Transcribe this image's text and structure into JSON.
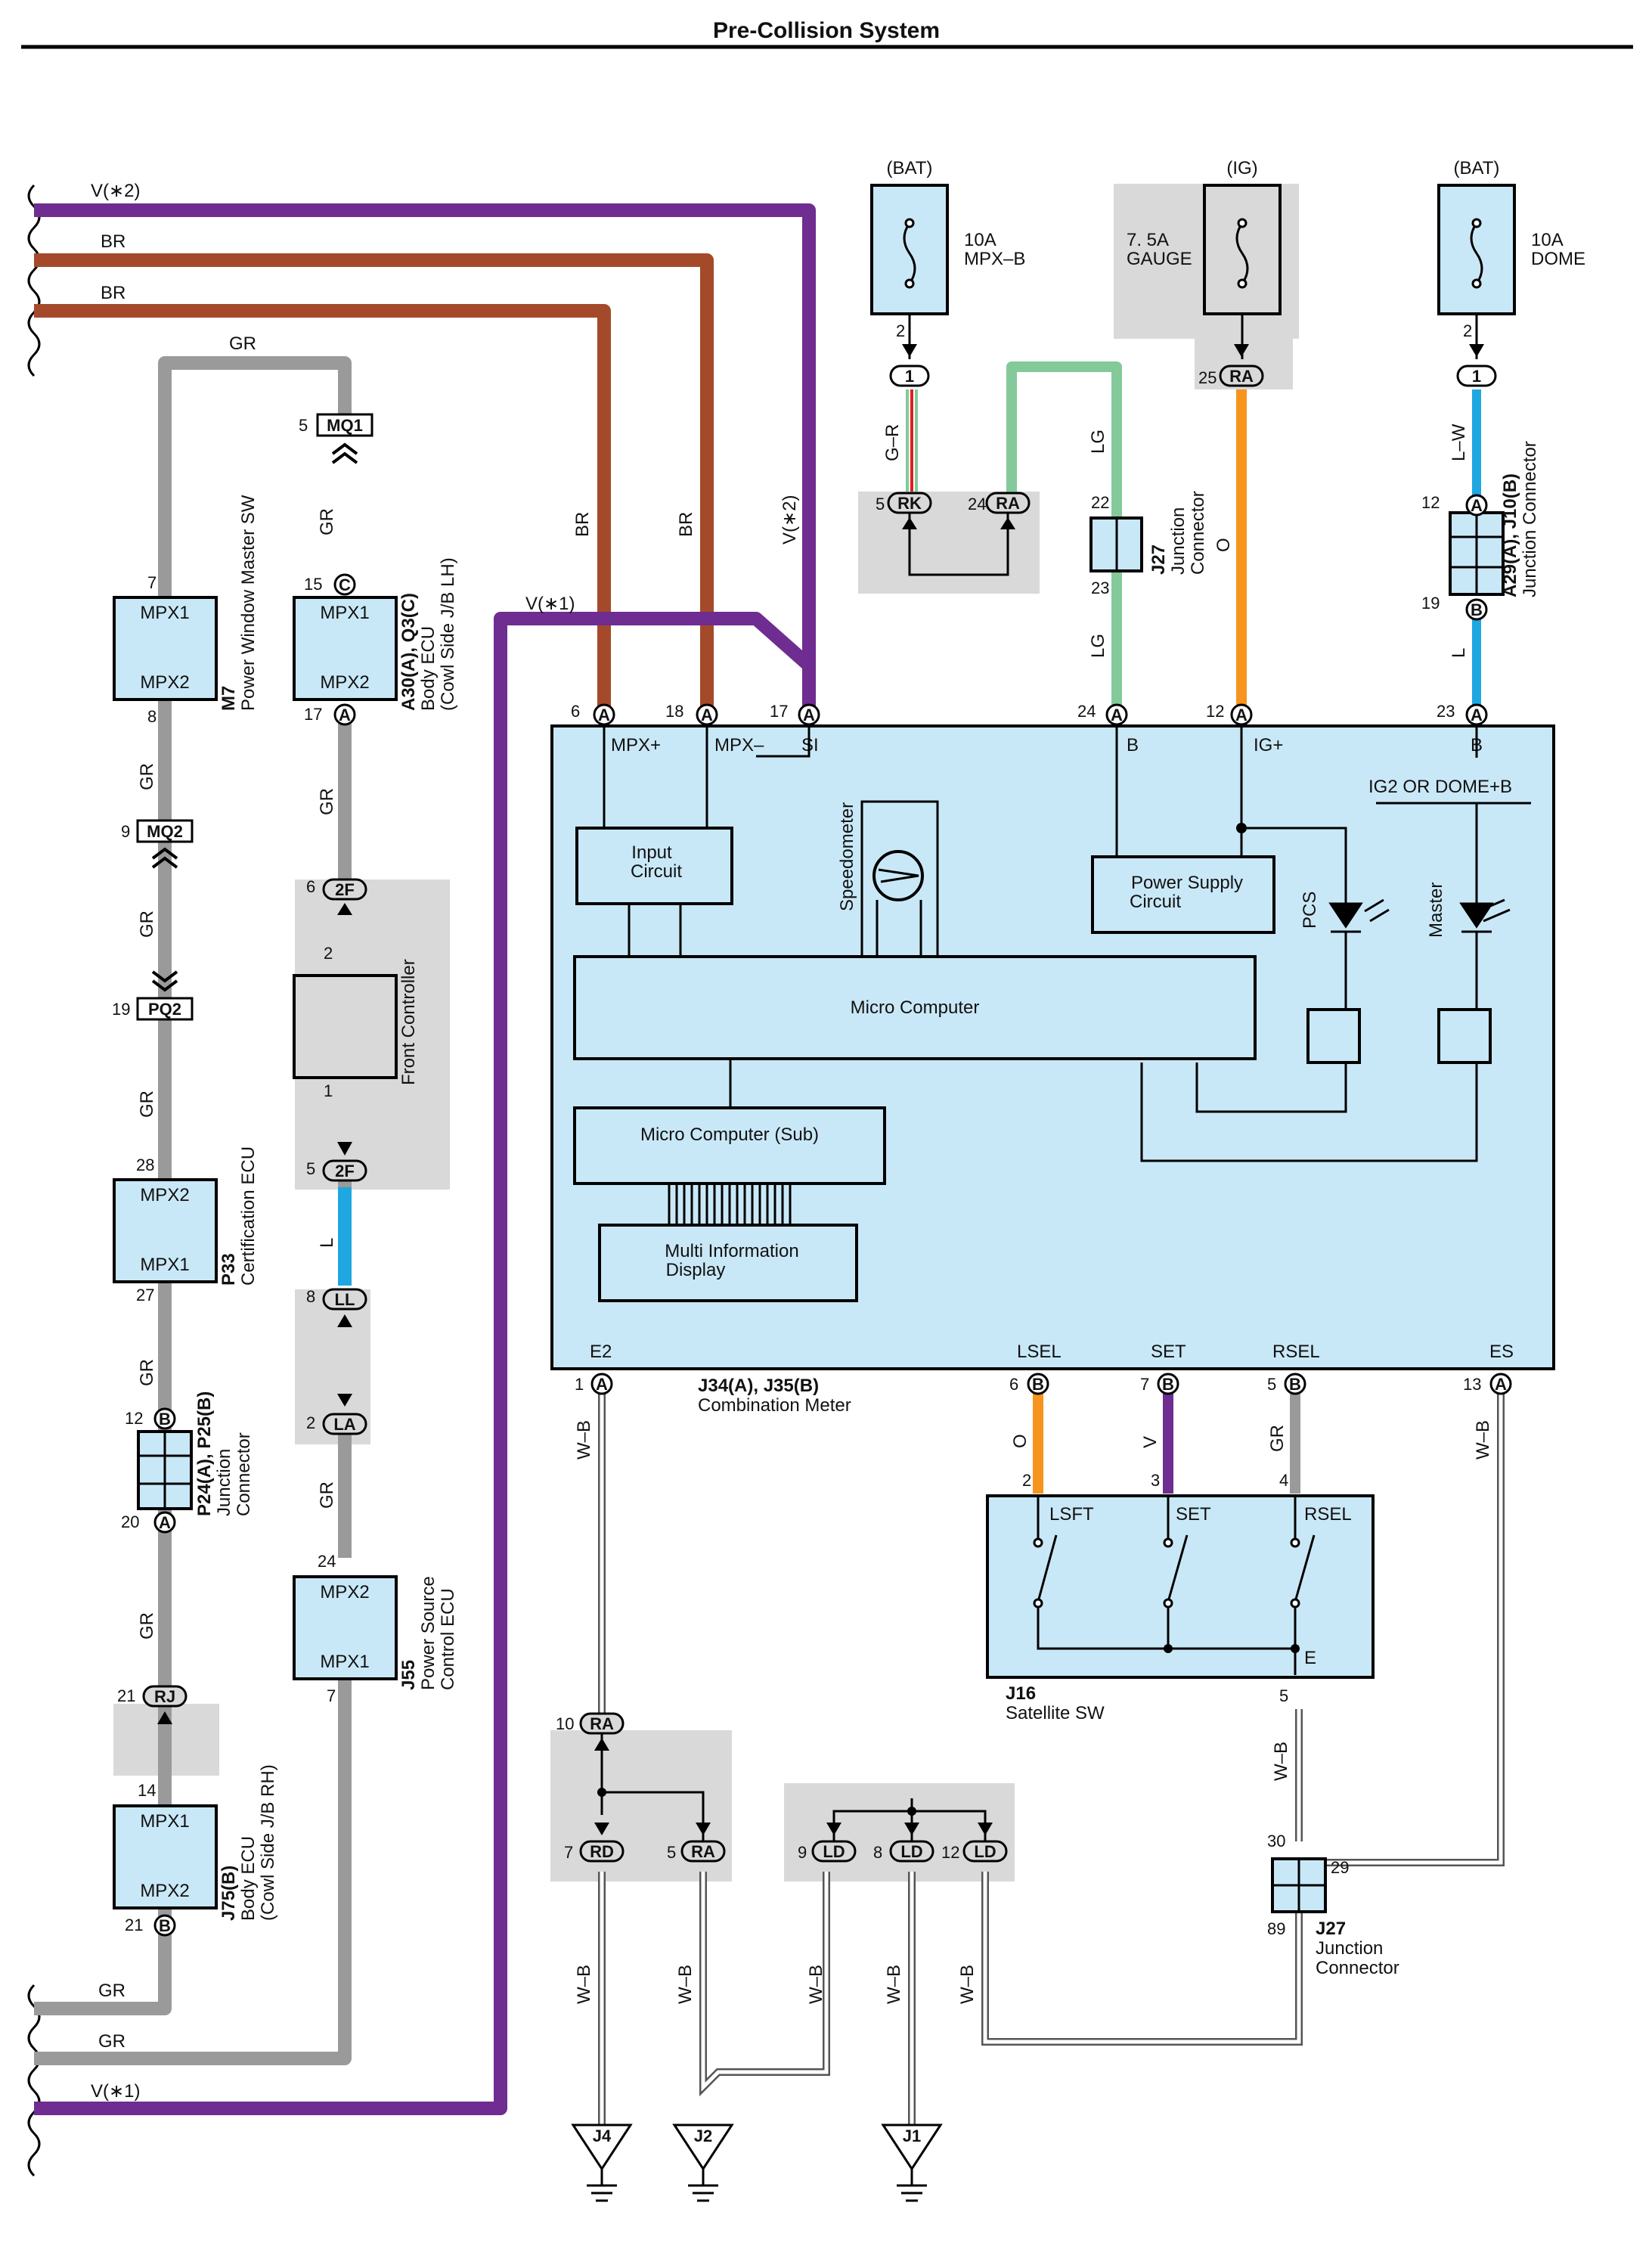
{
  "title": "Pre-Collision System",
  "colors": {
    "purple": "#6f2c91",
    "brown": "#a44a2a",
    "gray": "#9a9a9a",
    "green": "#84c99a",
    "orange": "#f7941d",
    "blue": "#1ea7e0",
    "box_fill": "#c9e8f7",
    "shade": "#d9d9d9"
  },
  "wires": {
    "v2": "V(∗2)",
    "br1": "BR",
    "br2": "BR",
    "gr_top": "GR",
    "v1": "V(∗1)",
    "v1_bottom": "V(∗1)",
    "gr_b1": "GR",
    "gr_b2": "GR",
    "br_v1": "BR",
    "br_v2": "BR",
    "v2_v": "V(∗2)",
    "gr": "GR",
    "l": "L",
    "lg": "LG",
    "gr_code": "G–R",
    "o": "O",
    "lw": "L–W",
    "wb": "W–B",
    "v": "V"
  },
  "fuses": {
    "mpxb": {
      "supply": "(BAT)",
      "rating": "10A",
      "name": "MPX–B"
    },
    "gauge": {
      "supply": "(IG)",
      "rating": "7. 5A",
      "name": "GAUGE"
    },
    "dome": {
      "supply": "(BAT)",
      "rating": "10A",
      "name": "DOME"
    }
  },
  "components": {
    "m7": {
      "id": "M7",
      "name": "Power Window Master SW",
      "p1": "MPX1",
      "p2": "MPX2"
    },
    "a30": {
      "id": "A30(A), Q3(C)",
      "name": "Body ECU",
      "sub": "(Cowl Side J/B LH)",
      "p1": "MPX1",
      "p2": "MPX2"
    },
    "front": {
      "name": "Front Controller"
    },
    "p33": {
      "id": "P33",
      "name": "Certification ECU",
      "p1": "MPX2",
      "p2": "MPX1"
    },
    "p24": {
      "id": "P24(A), P25(B)",
      "name": "Junction",
      "sub": "Connector"
    },
    "j55": {
      "id": "J55",
      "name": "Power Source",
      "sub": "Control ECU",
      "p1": "MPX2",
      "p2": "MPX1"
    },
    "j75": {
      "id": "J75(B)",
      "name": "Body ECU",
      "sub": "(Cowl Side J/B RH)",
      "p1": "MPX1",
      "p2": "MPX2"
    },
    "j27a": {
      "id": "J27",
      "name": "Junction",
      "sub": "Connector"
    },
    "a29": {
      "id": "A29(A), J10(B)",
      "name": "Junction Connector"
    },
    "j27b": {
      "id": "J27",
      "name": "Junction",
      "sub": "Connector"
    },
    "j16": {
      "id": "J16",
      "name": "Satellite SW",
      "lsft": "LSFT",
      "set": "SET",
      "rsel": "RSEL",
      "e": "E"
    },
    "meter": {
      "id": "J34(A), J35(B)",
      "name": "Combination Meter",
      "mpxp": "MPX+",
      "mpxm": "MPX–",
      "si": "SI",
      "b": "B",
      "igp": "IG+",
      "b2": "B",
      "ig2": "IG2 OR DOME+B",
      "input": "Input",
      "input2": "Circuit",
      "speedo": "Speedometer",
      "psc": "Power Supply",
      "psc2": "Circuit",
      "pcs": "PCS",
      "master": "Master",
      "micro": "Micro Computer",
      "microsub": "Micro Computer (Sub)",
      "mid": "Multi Information",
      "mid2": "Display",
      "e2": "E2",
      "lsel": "LSEL",
      "set": "SET",
      "rsel": "RSEL",
      "es": "ES"
    }
  },
  "connectors": {
    "mq1": "MQ1",
    "mq2": "MQ2",
    "pq2": "PQ2",
    "rj": "RJ",
    "c": "C",
    "a": "A",
    "b": "B",
    "f2": "2F",
    "ll": "LL",
    "la": "LA",
    "one": "1",
    "rk": "RK",
    "ra": "RA",
    "rd": "RD",
    "ld": "LD"
  },
  "pins": {
    "n1": "1",
    "n2": "2",
    "n3": "3",
    "n4": "4",
    "n5": "5",
    "n6": "6",
    "n7": "7",
    "n8": "8",
    "n9": "9",
    "n10": "10",
    "n12": "12",
    "n13": "13",
    "n14": "14",
    "n15": "15",
    "n17": "17",
    "n18": "18",
    "n19": "19",
    "n20": "20",
    "n21": "21",
    "n22": "22",
    "n23": "23",
    "n24": "24",
    "n25": "25",
    "n27": "27",
    "n28": "28",
    "n29": "29",
    "n30": "30",
    "n89": "89"
  },
  "grounds": {
    "j4": "J4",
    "j2": "J2",
    "j1": "J1"
  }
}
